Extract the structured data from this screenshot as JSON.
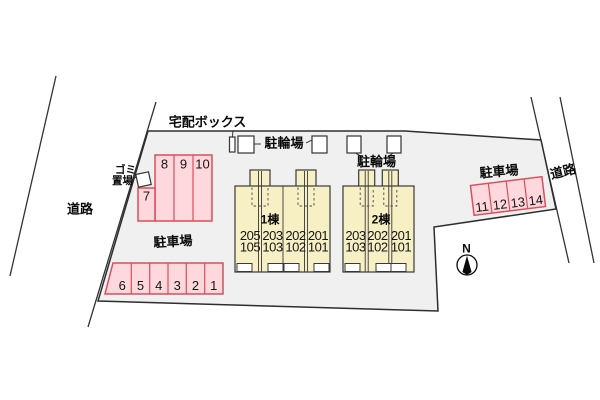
{
  "plan": {
    "labels": {
      "road_left": "道路",
      "road_right": "道路",
      "delivery_box": "宅配ボックス",
      "garbage_line1": "ゴミ",
      "garbage_line2": "置場",
      "bicycle_1": "駐輪場",
      "bicycle_2": "駐輪場",
      "parking_left": "駐車場",
      "parking_right": "駐車場",
      "north": "N"
    },
    "buildings": [
      {
        "name": "1棟",
        "upper_rooms": [
          "205",
          "203",
          "202",
          "201"
        ],
        "lower_rooms": [
          "105",
          "103",
          "102",
          "101"
        ]
      },
      {
        "name": "2棟",
        "upper_rooms": [
          "203",
          "202",
          "201"
        ],
        "lower_rooms": [
          "103",
          "102",
          "101"
        ]
      }
    ],
    "parking": {
      "upper_left": [
        "8",
        "9",
        "10"
      ],
      "stall_7": "7",
      "lower_left": [
        "6",
        "5",
        "4",
        "3",
        "2",
        "1"
      ],
      "right": [
        "11",
        "12",
        "13",
        "14"
      ]
    },
    "colors": {
      "site_fill": "#f0f0f0",
      "line": "#2e2e2e",
      "parking_fill": "#ffd8de",
      "parking_border": "#d94f5c",
      "building_fill": "#f8f0c5",
      "building_border": "#383838"
    }
  }
}
